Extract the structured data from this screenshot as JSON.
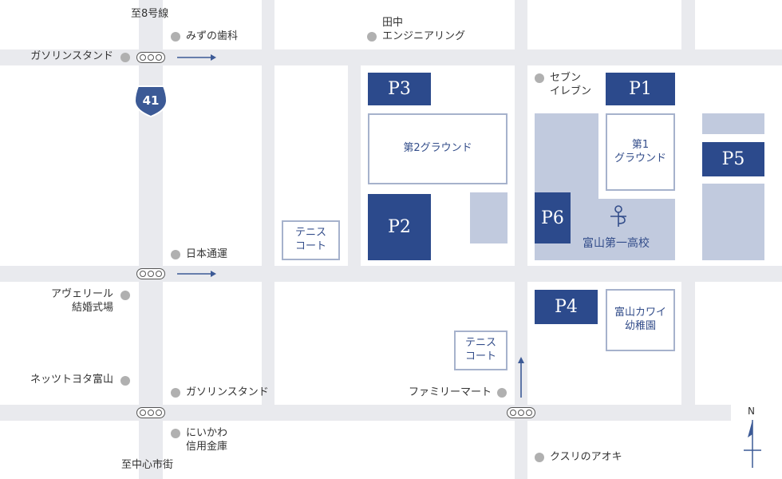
{
  "route": {
    "number": "41",
    "color": "#3c5a96"
  },
  "colors": {
    "parking": "#2c4a8c",
    "area": "#c1cade",
    "road": "#e9eaee",
    "box_border": "#a6b2cc",
    "arrow": "#3c5a96"
  },
  "directions": {
    "north_route": "至8号線",
    "south_route": "至中心市街"
  },
  "parking": {
    "p1": "P1",
    "p2": "P2",
    "p3": "P3",
    "p4": "P4",
    "p5": "P5",
    "p6": "P6"
  },
  "facilities": {
    "ground2": "第2グラウンド",
    "ground1": "第1\nグラウンド",
    "tennis_court_1": "テニス\nコート",
    "tennis_court_2": "テニス\nコート",
    "kindergarten": "富山カワイ\n幼稚園",
    "school": "富山第一高校",
    "school_symbol": "school-emblem"
  },
  "landmarks": {
    "mizuno_dental": "みずの歯科",
    "tanaka_engineering": "田中\nエンジニアリング",
    "gas_station_nw": "ガソリンスタンド",
    "seven_eleven": "セブン\nイレブン",
    "nippon_tsuun": "日本通運",
    "avelir": "アヴェリール\n結婚式場",
    "netz_toyota": "ネッツトヨタ富山",
    "gas_station_sw": "ガソリンスタンド",
    "family_mart": "ファミリーマート",
    "niikawa_bank": "にいかわ\n信用金庫",
    "kusuri_aoki": "クスリのアオキ"
  },
  "compass": {
    "label": "N"
  }
}
